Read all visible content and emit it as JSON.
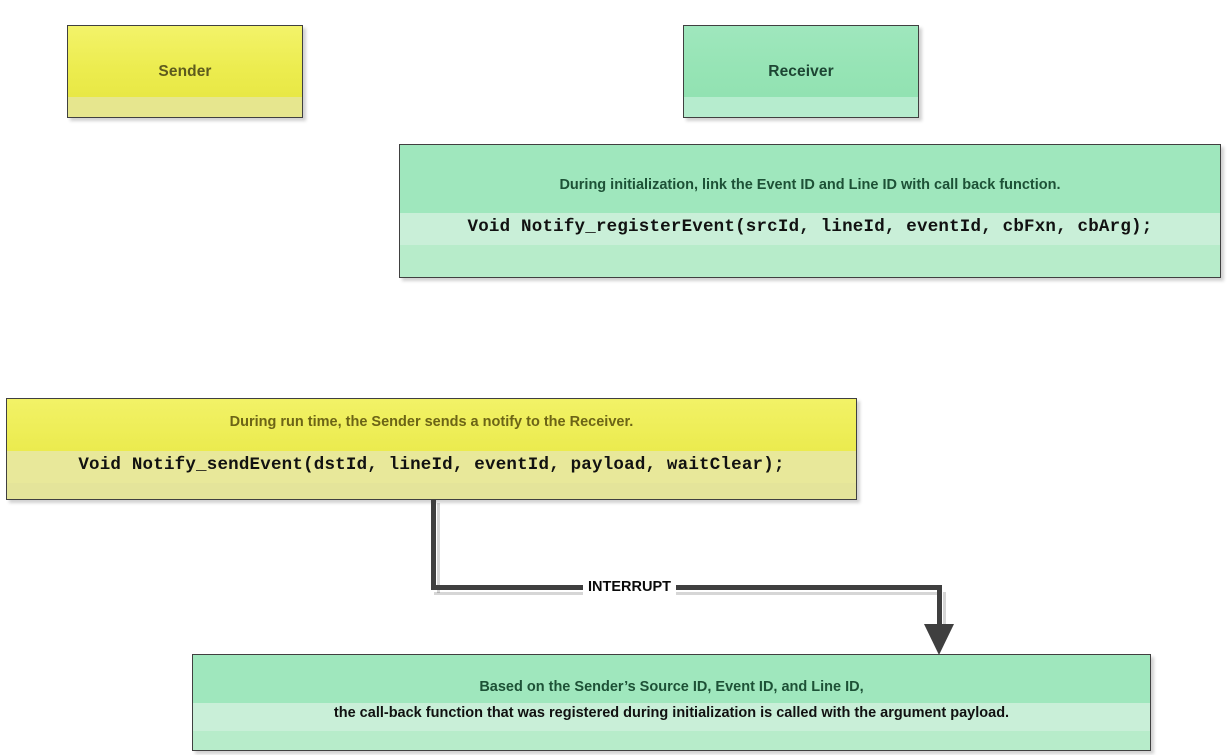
{
  "diagram": {
    "title": "Notify module sender/receiver sequence",
    "colors": {
      "sender_fill": "#ecec4f",
      "sender_text": "#5d5a1e",
      "receiver_fill": "#96e4b5",
      "receiver_text": "#1d4533",
      "note_green_fill": "#9fe7bd",
      "note_green_text": "#1d5136",
      "note_yellow_fill": "#ebeb4e",
      "note_yellow_text": "#6c6416",
      "connector": "#3f3f3f",
      "code_text": "#111111",
      "canvas": "#ffffff"
    },
    "roles": [
      {
        "id": "sender",
        "label": "Sender"
      },
      {
        "id": "receiver",
        "label": "Receiver"
      }
    ],
    "notes": [
      {
        "id": "init-note",
        "owner": "receiver",
        "prose": "During initialization, link the Event ID and Line ID with call back function.",
        "code": "Void Notify_registerEvent(srcId, lineId, eventId, cbFxn, cbArg);"
      },
      {
        "id": "runtime-note",
        "owner": "sender",
        "prose": "During run time, the Sender sends a notify to the Receiver.",
        "code": "Void Notify_sendEvent(dstId, lineId, eventId, payload, waitClear);"
      },
      {
        "id": "callback-note",
        "owner": "receiver",
        "prose_line1": "Based on the Sender’s Source ID, Event ID, and Line ID,",
        "prose_line2": "the call-back function that was registered during initialization is called with the argument payload."
      }
    ],
    "connector": {
      "label": "INTERRUPT",
      "from": "runtime-note",
      "to": "callback-note",
      "arrow_direction": "down"
    }
  }
}
